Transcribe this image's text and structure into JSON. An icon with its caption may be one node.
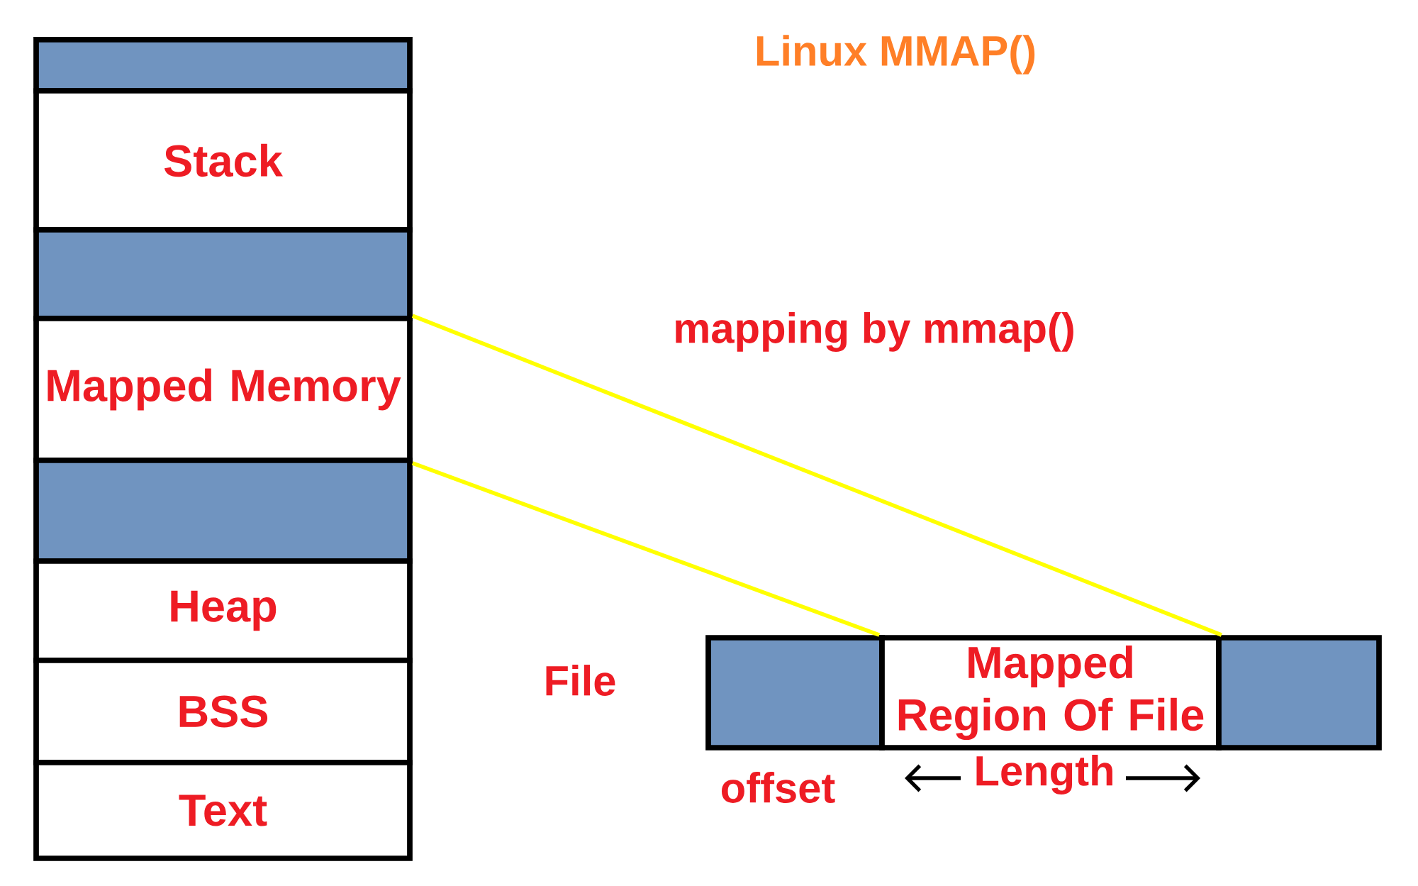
{
  "diagram": {
    "title": "Linux MMAP()",
    "nodes": [
      {
        "text": [],
        "shape": "box"
      },
      {
        "text": [
          "Stack"
        ]
      },
      {
        "text": [],
        "shape": "box"
      },
      {
        "text": [
          "Mapped Memory"
        ]
      },
      {
        "text": [],
        "shape": "box"
      },
      {
        "text": [
          "Heap"
        ]
      },
      {
        "text": [
          "BSS"
        ]
      },
      {
        "text": [
          "Text"
        ]
      },
      {
        "text": [],
        "shape": "box"
      },
      {
        "text": [
          "Mapped Region Of File"
        ]
      },
      {
        "text": [],
        "shape": "box"
      }
    ],
    "edges": [
      {
        "from": 3,
        "to": 9,
        "arrow": "none",
        "color": "#ffff00"
      },
      {
        "from": 3,
        "to": 9,
        "arrow": "none",
        "color": "#ffff00"
      }
    ],
    "labels": [
      "mapping by mmap()",
      "File",
      "offset",
      "Length"
    ]
  }
}
